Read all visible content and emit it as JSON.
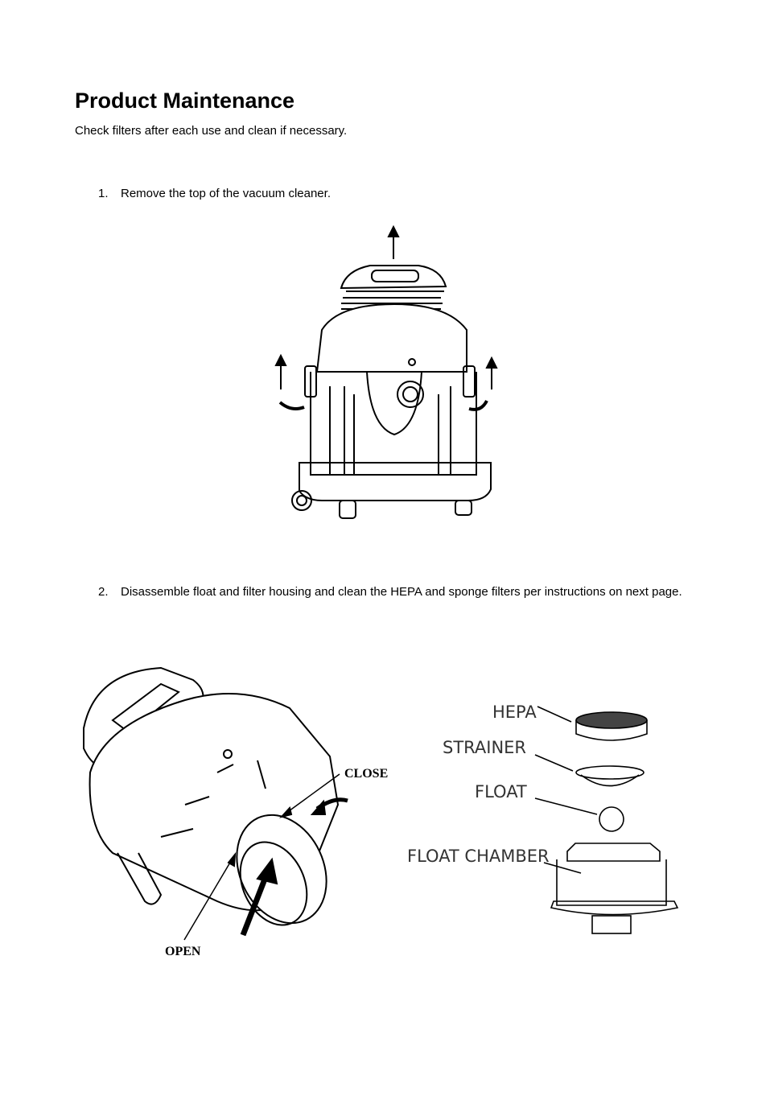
{
  "page": {
    "title": "Product Maintenance",
    "intro": "Check filters after each use and clean if necessary."
  },
  "steps": [
    {
      "number": "1.",
      "text": "Remove the top of the vacuum cleaner."
    },
    {
      "number": "2.",
      "text": "Disassemble float and filter housing and clean the HEPA and sponge filters per instructions on next page."
    }
  ],
  "figure_labels": {
    "close": "CLOSE",
    "open": "OPEN",
    "hepa": "HEPA",
    "strainer": "STRAINER",
    "float": "FLOAT",
    "float_chamber": "FLOAT CHAMBER"
  }
}
